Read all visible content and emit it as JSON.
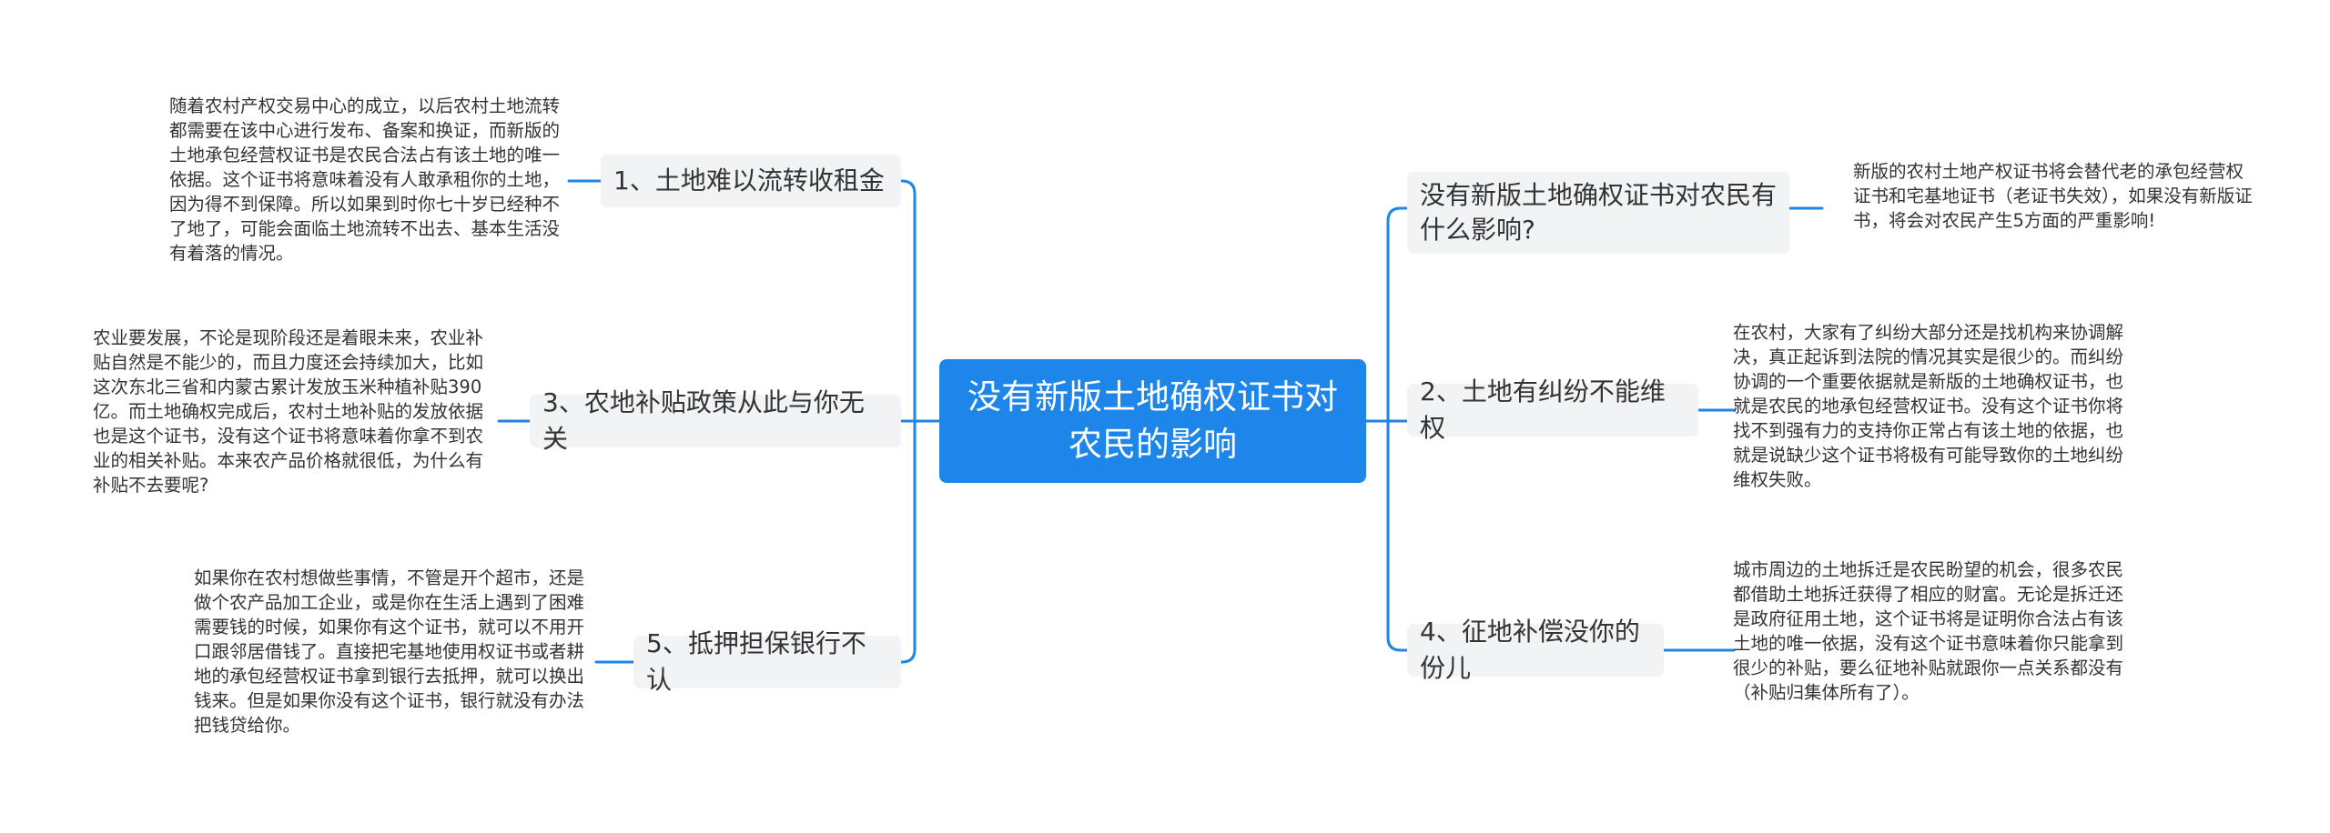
{
  "central": {
    "title": "没有新版土地确权证书对农民的影响"
  },
  "left": [
    {
      "label": "1、土地难以流转收租金",
      "note": "随着农村产权交易中心的成立，以后农村土地流转都需要在该中心进行发布、备案和换证，而新版的土地承包经营权证书是农民合法占有该土地的唯一依据。这个证书将意味着没有人敢承租你的土地，因为得不到保障。所以如果到时你七十岁已经种不了地了，可能会面临土地流转不出去、基本生活没有着落的情况。"
    },
    {
      "label": "3、农地补贴政策从此与你无关",
      "note": "农业要发展，不论是现阶段还是着眼未来，农业补贴自然是不能少的，而且力度还会持续加大，比如这次东北三省和内蒙古累计发放玉米种植补贴390亿。而土地确权完成后，农村土地补贴的发放依据也是这个证书，没有这个证书将意味着你拿不到农业的相关补贴。本来农产品价格就很低，为什么有补贴不去要呢?"
    },
    {
      "label": "5、抵押担保银行不认",
      "note": "如果你在农村想做些事情，不管是开个超市，还是做个农产品加工企业，或是你在生活上遇到了困难需要钱的时候，如果你有这个证书，就可以不用开口跟邻居借钱了。直接把宅基地使用权证书或者耕地的承包经营权证书拿到银行去抵押，就可以换出钱来。但是如果你没有这个证书，银行就没有办法把钱贷给你。"
    }
  ],
  "right": [
    {
      "label": "没有新版土地确权证书对农民有什么影响?",
      "note": "新版的农村土地产权证书将会替代老的承包经营权证书和宅基地证书（老证书失效），如果没有新版证书，将会对农民产生5方面的严重影响!"
    },
    {
      "label": "2、土地有纠纷不能维权",
      "note": "在农村，大家有了纠纷大部分还是找机构来协调解决，真正起诉到法院的情况其实是很少的。而纠纷协调的一个重要依据就是新版的土地确权证书，也就是农民的地承包经营权证书。没有这个证书你将找不到强有力的支持你正常占有该土地的依据，也就是说缺少这个证书将极有可能导致你的土地纠纷维权失败。"
    },
    {
      "label": "4、征地补偿没你的份儿",
      "note": "城市周边的土地拆迁是农民盼望的机会，很多农民都借助土地拆迁获得了相应的财富。无论是拆迁还是政府征用土地，这个证书将是证明你合法占有该土地的唯一依据，没有这个证书意味着你只能拿到很少的补贴，要么征地补贴就跟你一点关系都没有（补贴归集体所有了）。"
    }
  ],
  "colors": {
    "central": "#1d86e8",
    "line": "#1d86e8",
    "topic_bg": "#f1f3f5",
    "text": "#333333"
  }
}
